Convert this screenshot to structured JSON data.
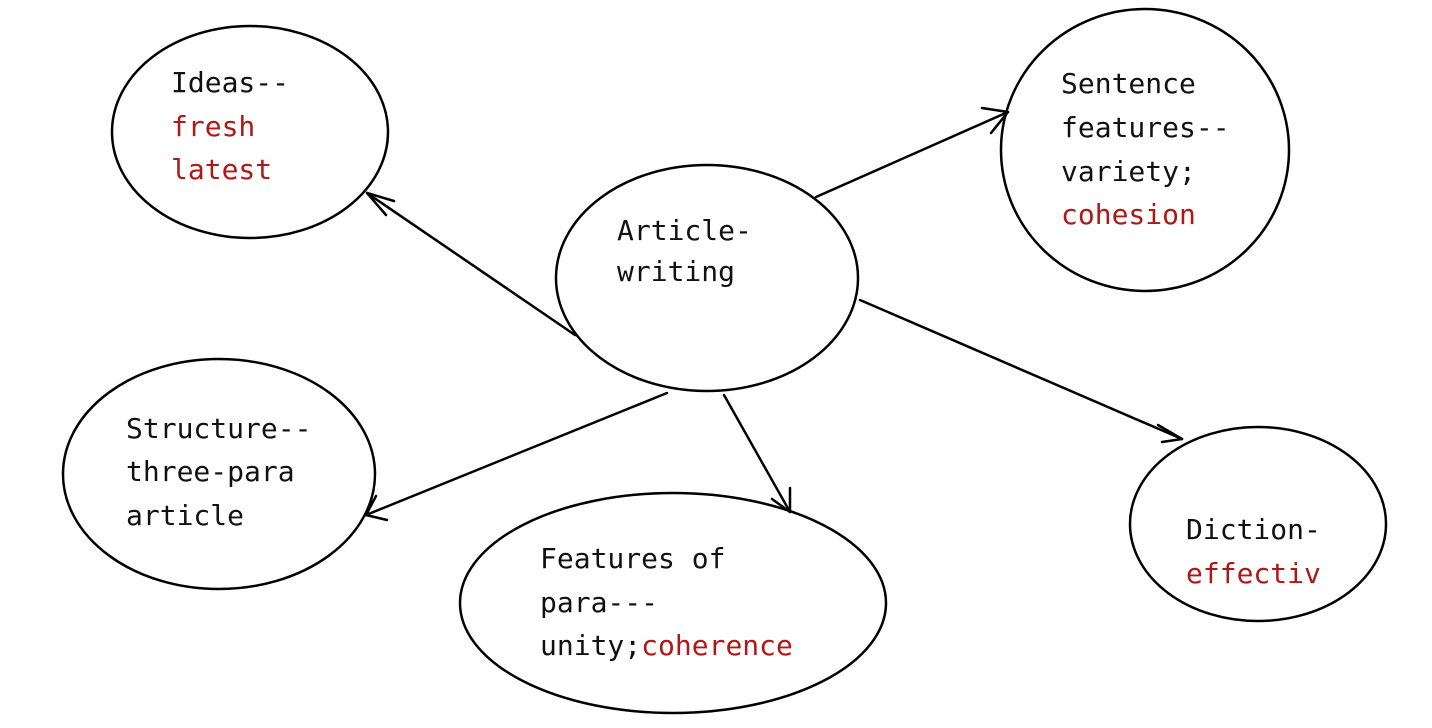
{
  "colors": {
    "text": "#111111",
    "accent": "#b01818",
    "stroke": "#000000"
  },
  "nodes": {
    "center": {
      "line1": "Article-",
      "line2": "writing"
    },
    "ideas": {
      "line1": "Ideas--",
      "line2": "fresh",
      "line3": "latest"
    },
    "sentence": {
      "line1": "Sentence",
      "line2": "features--",
      "line3": "variety;",
      "line4": "cohesion"
    },
    "structure": {
      "line1": "Structure--",
      "line2": "three-para",
      "line3": "article"
    },
    "paragraph": {
      "line1": "Features of",
      "line2": "para---",
      "line3a": "unity;",
      "line3b": "coherence"
    },
    "diction": {
      "line1": "Diction-",
      "line2": "effectiv"
    }
  }
}
